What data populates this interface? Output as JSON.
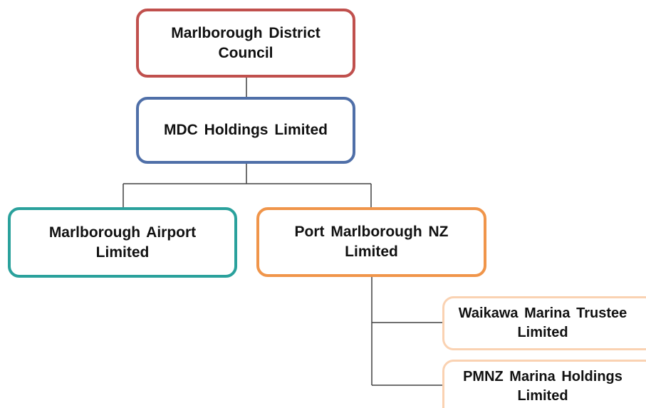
{
  "nodes": {
    "council": {
      "label": "Marlborough District Council",
      "color": "#c0504d"
    },
    "holdings": {
      "label": "MDC Holdings Limited",
      "color": "#4f6fa8"
    },
    "airport": {
      "label": "Marlborough Airport Limited",
      "color": "#2aa19c"
    },
    "port": {
      "label": "Port Marlborough NZ Limited",
      "color": "#f0954a"
    },
    "waikawa": {
      "label": "Waikawa Marina Trustee Limited",
      "color": "#fad2b2"
    },
    "pmnz": {
      "label": "PMNZ Marina Holdings Limited",
      "color": "#fad2b2"
    }
  },
  "connector_color": "#404040"
}
